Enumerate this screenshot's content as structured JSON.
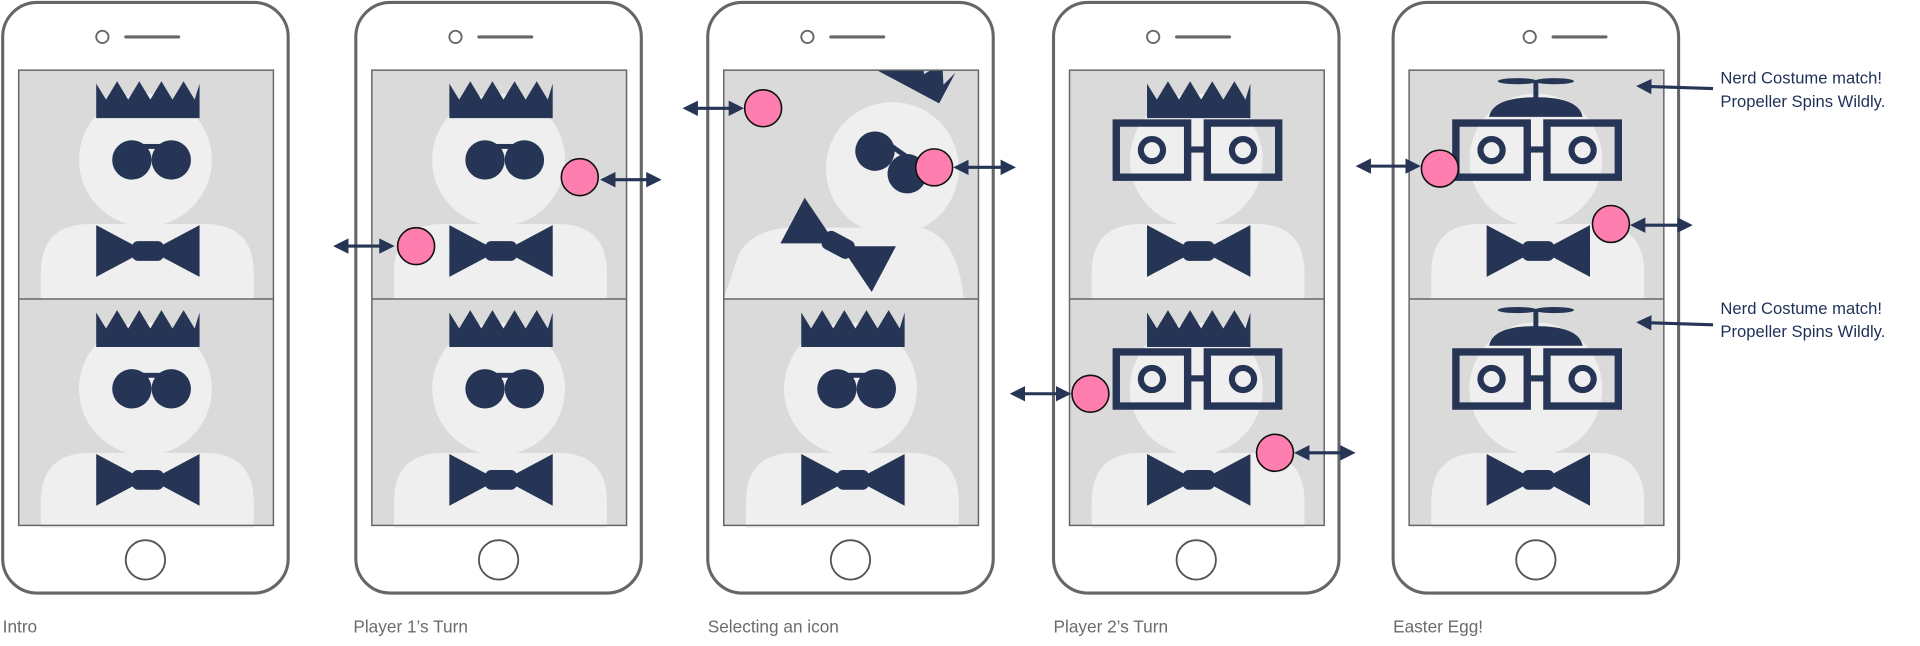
{
  "colors": {
    "navy": "#263555",
    "pink": "#ff7eb0",
    "panel": "#dadada",
    "skin": "#efefef",
    "frame": "#666666"
  },
  "steps": [
    {
      "label": "Intro",
      "top_costume": "crown-sunglasses-bowtie",
      "bottom_costume": "crown-sunglasses-bowtie"
    },
    {
      "label": "Player 1’s Turn",
      "top_costume": "crown-sunglasses-bowtie",
      "bottom_costume": "crown-sunglasses-bowtie"
    },
    {
      "label": "Selecting an icon",
      "top_costume": "crown-sunglasses-bowtie-tilted",
      "bottom_costume": "crown-sunglasses-bowtie"
    },
    {
      "label": "Player 2’s Turn",
      "top_costume": "crown-nerd-glasses-bowtie",
      "bottom_costume": "crown-nerd-glasses-bowtie"
    },
    {
      "label": "Easter Egg!",
      "top_costume": "propeller-hat-nerd-glasses-bowtie",
      "bottom_costume": "propeller-hat-nerd-glasses-bowtie"
    }
  ],
  "notes": [
    {
      "line1": "Nerd Costume match!",
      "line2": "Propeller Spins Wildly."
    },
    {
      "line1": "Nerd Costume match!",
      "line2": "Propeller Spins Wildly."
    }
  ]
}
